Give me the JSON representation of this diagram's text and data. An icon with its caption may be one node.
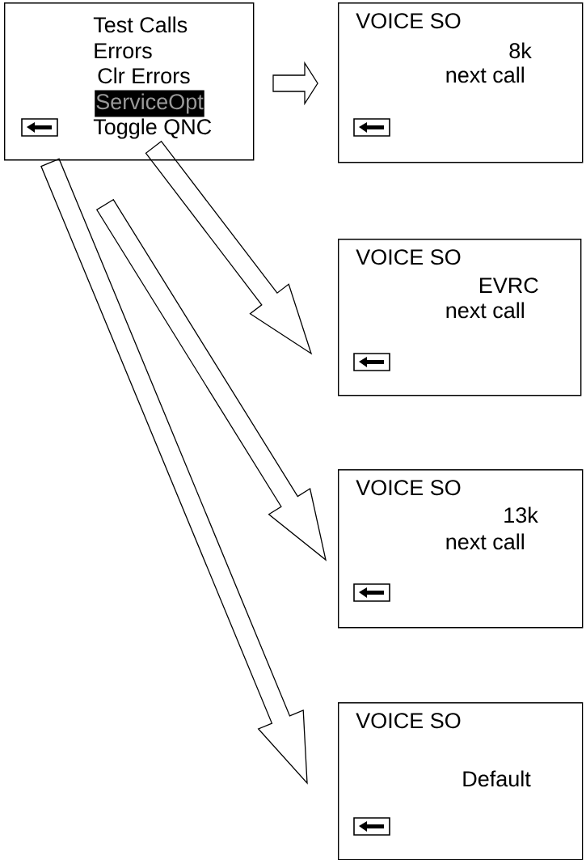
{
  "diagram": {
    "nodes": [
      {
        "text": [
          "Test Calls",
          "Errors",
          "Clr Errors",
          "ServiceOpt",
          "Toggle QNC"
        ]
      },
      {
        "text": [
          "VOICE SO",
          "8k",
          "next call"
        ]
      },
      {
        "text": [
          "VOICE SO",
          "EVRC",
          "next call"
        ]
      },
      {
        "text": [
          "VOICE SO",
          "13k",
          "next call"
        ]
      },
      {
        "text": [
          "VOICE SO",
          "Default"
        ]
      }
    ],
    "edges": [
      {
        "from": 0,
        "to": 1,
        "arrow": "to"
      },
      {
        "from": 0,
        "to": 2,
        "arrow": "to"
      },
      {
        "from": 0,
        "to": 3,
        "arrow": "to"
      },
      {
        "from": 0,
        "to": 4,
        "arrow": "to"
      }
    ]
  }
}
